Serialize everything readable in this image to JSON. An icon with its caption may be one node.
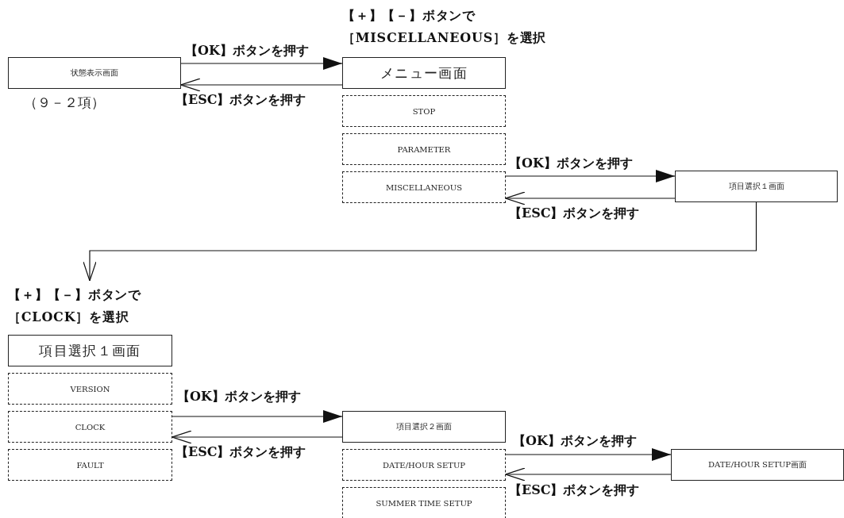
{
  "diagram": {
    "nodes": [
      {
        "text": [
          "状態表示画面"
        ],
        "beside": [
          "（９－２項）"
        ]
      },
      {
        "text": [
          "【＋】【－】ボタンで［MISCELLANEOUS］を選択",
          "メニュー画面"
        ]
      },
      {
        "text": [
          "STOP"
        ]
      },
      {
        "text": [
          "PARAMETER"
        ]
      },
      {
        "text": [
          "MISCELLANEOUS"
        ]
      },
      {
        "text": [
          "項目選択１画面"
        ]
      },
      {
        "text": [
          "【＋】【－】ボタンで［CLOCK］を選択",
          "項目選択１画面"
        ]
      },
      {
        "text": [
          "VERSION"
        ]
      },
      {
        "text": [
          "CLOCK"
        ]
      },
      {
        "text": [
          "FAULT"
        ]
      },
      {
        "text": [
          "項目選択２画面"
        ]
      },
      {
        "text": [
          "DATE/HOUR SETUP"
        ]
      },
      {
        "text": [
          "SUMMER TIME SETUP"
        ]
      },
      {
        "text": [
          "DATE/HOUR SETUP画面"
        ]
      }
    ],
    "edges": [
      {
        "from": 0,
        "to": 1,
        "arrow": "to",
        "label": "【OK】ボタンを押す"
      },
      {
        "from": 1,
        "to": 0,
        "arrow": "to",
        "label": "【ESC】ボタンを押す"
      },
      {
        "from": 4,
        "to": 5,
        "arrow": "to",
        "label": "【OK】ボタンを押す"
      },
      {
        "from": 5,
        "to": 4,
        "arrow": "to",
        "label": "【ESC】ボタンを押す"
      },
      {
        "from": 5,
        "to": 6,
        "arrow": "to"
      },
      {
        "from": 8,
        "to": 10,
        "arrow": "to",
        "label": "【OK】ボタンを押す"
      },
      {
        "from": 10,
        "to": 8,
        "arrow": "to",
        "label": "【ESC】ボタンを押す"
      },
      {
        "from": 11,
        "to": 13,
        "arrow": "to",
        "label": "【OK】ボタンを押す"
      },
      {
        "from": 13,
        "to": 11,
        "arrow": "to",
        "label": "【ESC】ボタンを押す"
      }
    ]
  }
}
